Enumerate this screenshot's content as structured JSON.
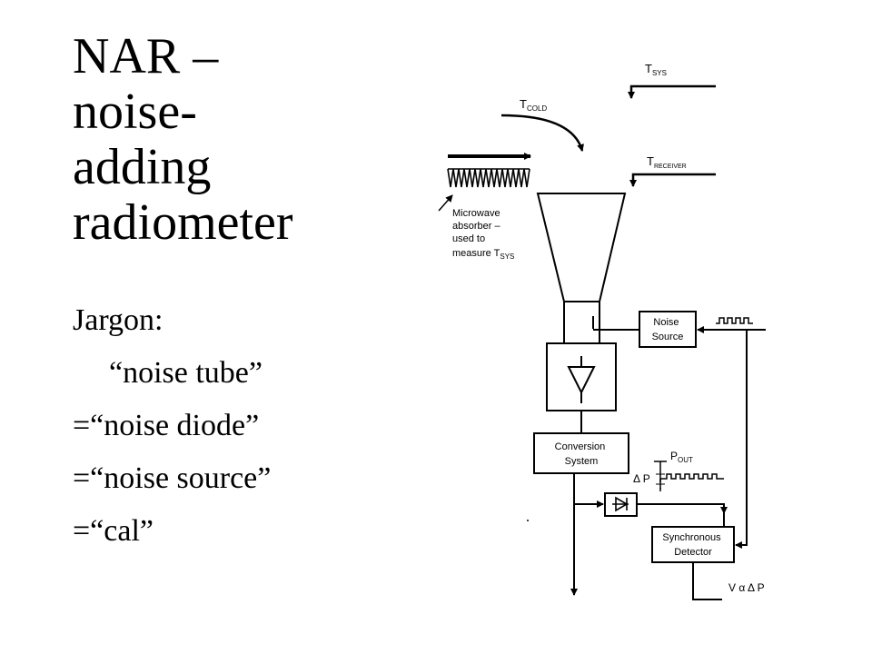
{
  "slide": {
    "title_lines": [
      "NAR –",
      "noise-",
      "adding",
      "radiometer"
    ],
    "jargon_label": "Jargon:",
    "items": [
      "“noise tube”",
      "=“noise diode”",
      "=“noise source”",
      "=“cal”"
    ]
  },
  "diagram": {
    "t_sys": "T",
    "t_sys_sub": "SYS",
    "t_cold": "T",
    "t_cold_sub": "COLD",
    "t_receiver": "T",
    "t_receiver_sub": "RECEIVER",
    "absorber_lines": [
      "Microwave",
      "absorber –",
      "used to",
      "measure T"
    ],
    "absorber_sub": "SYS",
    "noise_source_lines": [
      "Noise",
      "Source"
    ],
    "conversion_lines": [
      "Conversion",
      "System"
    ],
    "p_out": "P",
    "p_out_sub": "OUT",
    "delta_p": "Δ P",
    "sync_detector_lines": [
      "Synchronous",
      "Detector"
    ],
    "output_label": "V α Δ P"
  }
}
